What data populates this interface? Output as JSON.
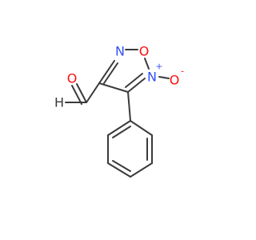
{
  "molecule": {
    "atoms": {
      "ald_o": {
        "label": "O",
        "color": "#ff0d0d"
      },
      "ald_h": {
        "label": "H",
        "color": "#3a3a3a"
      },
      "n2": {
        "label": "N",
        "color": "#3050f8"
      },
      "o1": {
        "label": "O",
        "color": "#ff0d0d"
      },
      "n5": {
        "label": "N",
        "color": "#3050f8",
        "charge": "+"
      },
      "o_oxide": {
        "label": "O",
        "color": "#ff0d0d",
        "charge": "-"
      }
    },
    "colors": {
      "bond": "#3a3a3a",
      "oxygen": "#ff0d0d",
      "nitrogen": "#3050f8",
      "background": "#ffffff"
    }
  }
}
